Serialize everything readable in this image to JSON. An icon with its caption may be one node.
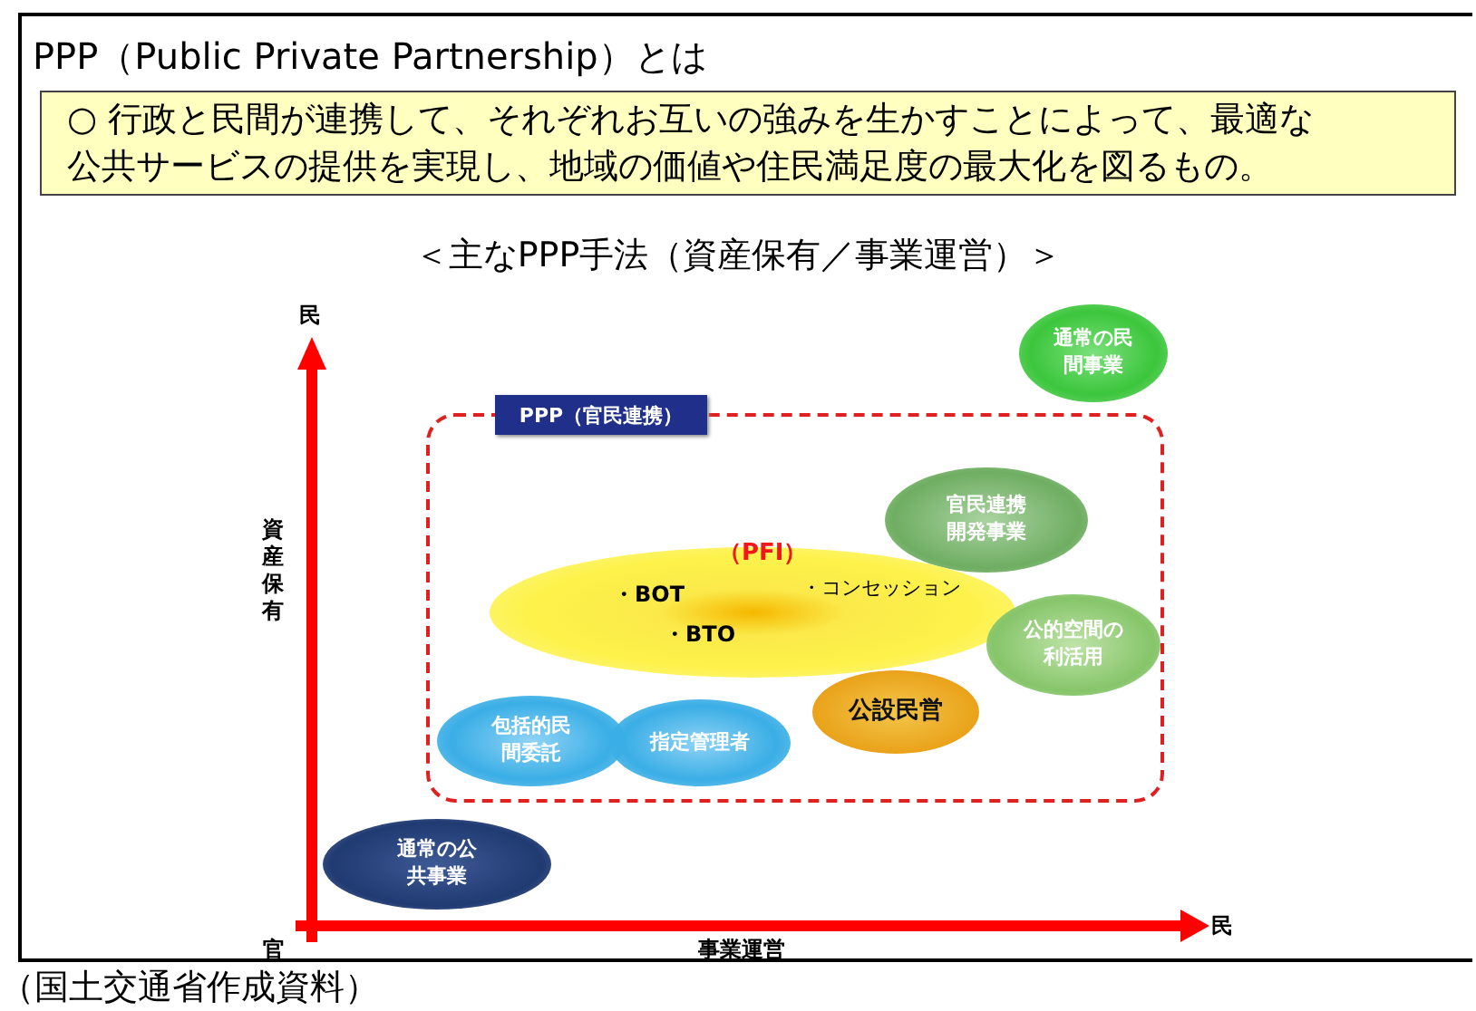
{
  "diagram": {
    "title": "PPP（Public Private Partnership）とは",
    "caption": "（国土交通省作成資料）",
    "nodes": [
      {
        "text": [
          "○ 行政と民間が連携して、それぞれお互いの強みを生かすことによって、最適な公共サービスの提供を実現し、地域の価値や住民満足度の最大化を図るもの。"
        ]
      },
      {
        "text": [
          "PPP（官民連携）"
        ]
      },
      {
        "text": [
          "通常の民間事業"
        ]
      },
      {
        "text": [
          "官民連携開発事業"
        ],
        "in": 1
      },
      {
        "text": [
          "（PFI）",
          "・BOT",
          "・コンセッション",
          "・BTO"
        ],
        "in": 1
      },
      {
        "text": [
          "公的空間の利活用"
        ],
        "in": 1
      },
      {
        "text": [
          "公設民営"
        ],
        "in": 1
      },
      {
        "text": [
          "包括的民間委託"
        ],
        "in": 1
      },
      {
        "text": [
          "指定管理者"
        ],
        "in": 1
      },
      {
        "text": [
          "通常の公共事業"
        ]
      }
    ],
    "labels": [
      "＜主なPPP手法（資産保有／事業運営）＞",
      "民",
      "資産保有",
      "官",
      "事業運営",
      "民"
    ]
  }
}
